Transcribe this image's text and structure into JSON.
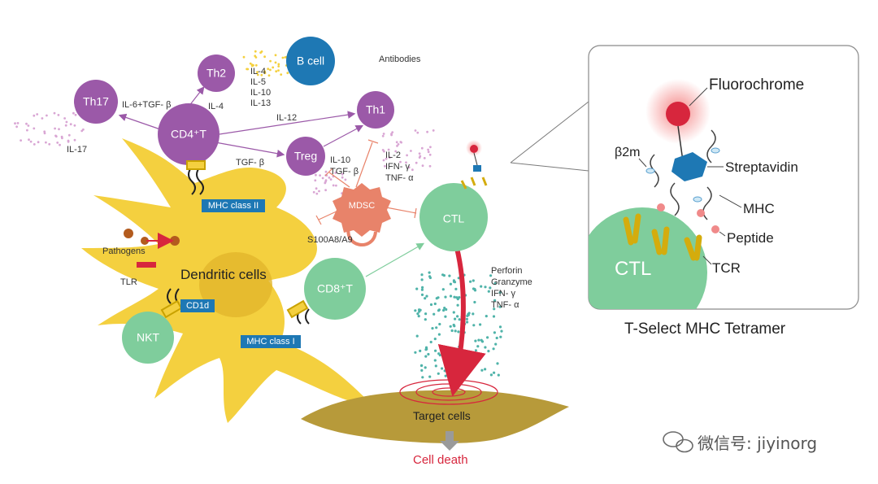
{
  "diagram": {
    "cells": {
      "th17": "Th17",
      "th2": "Th2",
      "bcell": "B cell",
      "th1": "Th1",
      "cd4": "CD4⁺T",
      "treg": "Treg",
      "mdsc": "MDSC",
      "ctl": "CTL",
      "cd8": "CD8⁺T",
      "nkt": "NKT",
      "dendritic": "Dendritic cells",
      "target": "Target cells"
    },
    "molecules": {
      "mhc_class_ii": "MHC class II",
      "mhc_class_i": "MHC class I",
      "cd1d": "CD1d",
      "tlr": "TLR",
      "pathogens": "Pathogens",
      "antibodies": "Antibodies"
    },
    "cytokines": {
      "il6_tgfb": "IL-6+TGF- β",
      "il17": "IL-17",
      "il4_th2": "IL-4",
      "th2_list": [
        "IL-4",
        "IL-5",
        "IL-10",
        "IL-13"
      ],
      "il12": "IL-12",
      "tgfb": "TGF- β",
      "treg_list": [
        "IL-10",
        "TGF- β"
      ],
      "th1_list": [
        "IL-2",
        "IFN- γ",
        "TNF- α"
      ],
      "s100": "S100A8/A9",
      "ctl_list": [
        "Perforin",
        "Granzyme",
        "IFN- γ",
        "TNF- α"
      ]
    },
    "outcome": "Cell death",
    "inset": {
      "fluorochrome": "Fluorochrome",
      "b2m": "β2m",
      "streptavidin": "Streptavidin",
      "mhc": "MHC",
      "peptide": "Peptide",
      "ctl": "CTL",
      "tcr": "TCR",
      "caption": "T-Select MHC Tetramer"
    },
    "watermark": "微信号: jiyinorg"
  },
  "colors": {
    "purple": "#9b59a8",
    "blue": "#1e78b4",
    "green": "#7fcd9c",
    "yellow": "#f4d03f",
    "mdsc": "#e8836a",
    "target": "#b79a3a",
    "red": "#d7263d",
    "teal": "#4fb3a9"
  }
}
